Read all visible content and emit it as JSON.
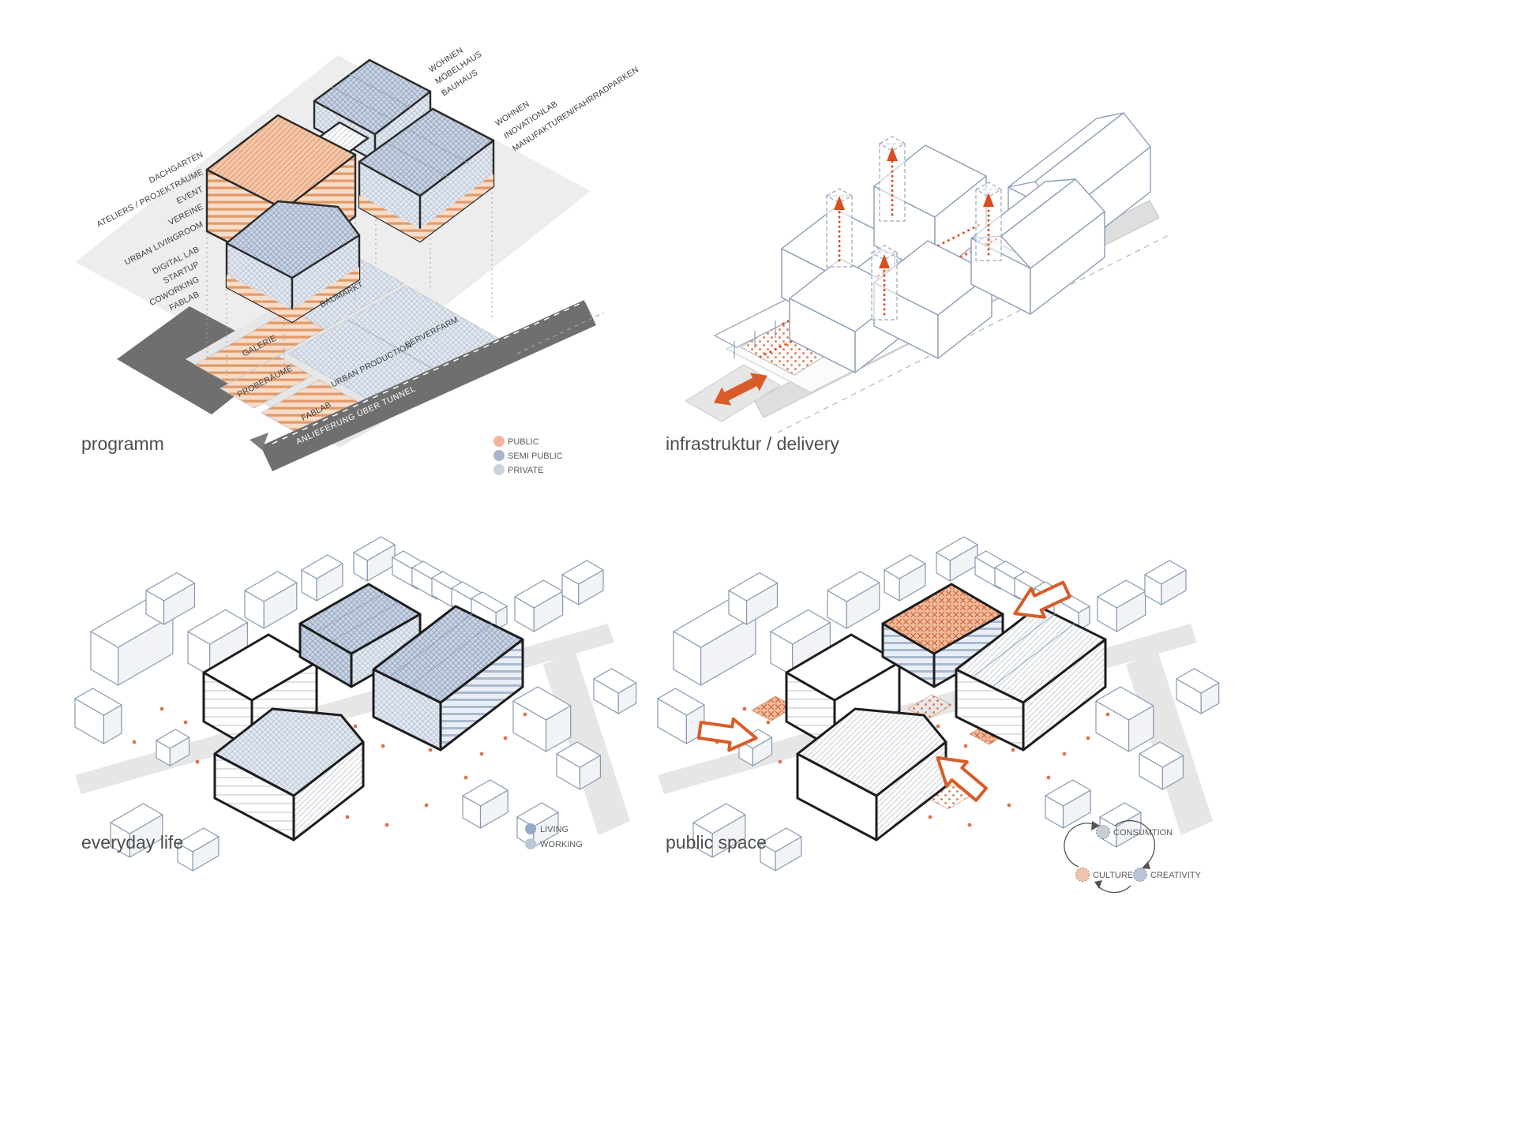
{
  "panels": {
    "programm": {
      "title": "programm",
      "labels": {
        "block_top": [
          "WOHNEN",
          "MÖBELHAUS",
          "BAUHAUS"
        ],
        "block_left": [
          "DACHGARTEN",
          "ATELIERS / PROJEKTRÄUME",
          "EVENT",
          "VEREINE",
          "URBAN LIVINGROOM"
        ],
        "block_lab": [
          "DIGITAL LAB",
          "STARTUP",
          "COWORKING",
          "FABLAB"
        ],
        "block_right": [
          "WOHNEN",
          "INOVATIONLAB",
          "MANUFAKTUREN/FAHRRADPARKEN"
        ],
        "ground": {
          "baumarkt": "BAUMARKT",
          "galerie": "GALERIE",
          "proberaeume": "PROBERÄUME",
          "urban_production": "URBAN PRODUCTION",
          "serverfarm": "SERVERFARM",
          "fablab": "FABLAB"
        },
        "road": "ANLIEFERUNG ÜBER TUNNEL"
      },
      "legend": [
        {
          "label": "PUBLIC",
          "color": "#f2b49b"
        },
        {
          "label": "SEMI PUBLIC",
          "color": "#a9b4ca"
        },
        {
          "label": "PRIVATE",
          "color": "#cdd3dc"
        }
      ]
    },
    "infrastruktur": {
      "title": "infrastruktur / delivery"
    },
    "everyday_life": {
      "title": "everyday life",
      "legend": [
        {
          "label": "LIVING",
          "color": "#97aac5"
        },
        {
          "label": "WORKING",
          "color": "#bac7d7"
        }
      ]
    },
    "public_space": {
      "title": "public space",
      "cycle": [
        {
          "label": "CONSUMTION",
          "color": "#c9ced4"
        },
        {
          "label": "CULTURE",
          "color": "#eec4ae"
        },
        {
          "label": "CREATIVITY",
          "color": "#b9c4d6"
        }
      ]
    }
  },
  "icons": {
    "delivery_double_arrow": "double-headed orange arrow",
    "lift_arrow": "red dotted up arrow",
    "entry_arrow": "orange outline arrow",
    "road_arrow": "gray triangle arrow"
  },
  "colors": {
    "accent_orange": "#d85c28",
    "route_red": "#d84e1f",
    "public_salmon": "#f2b49b",
    "semi_public_blue": "#a9b4ca",
    "road_dark": "#6f6f6f"
  }
}
